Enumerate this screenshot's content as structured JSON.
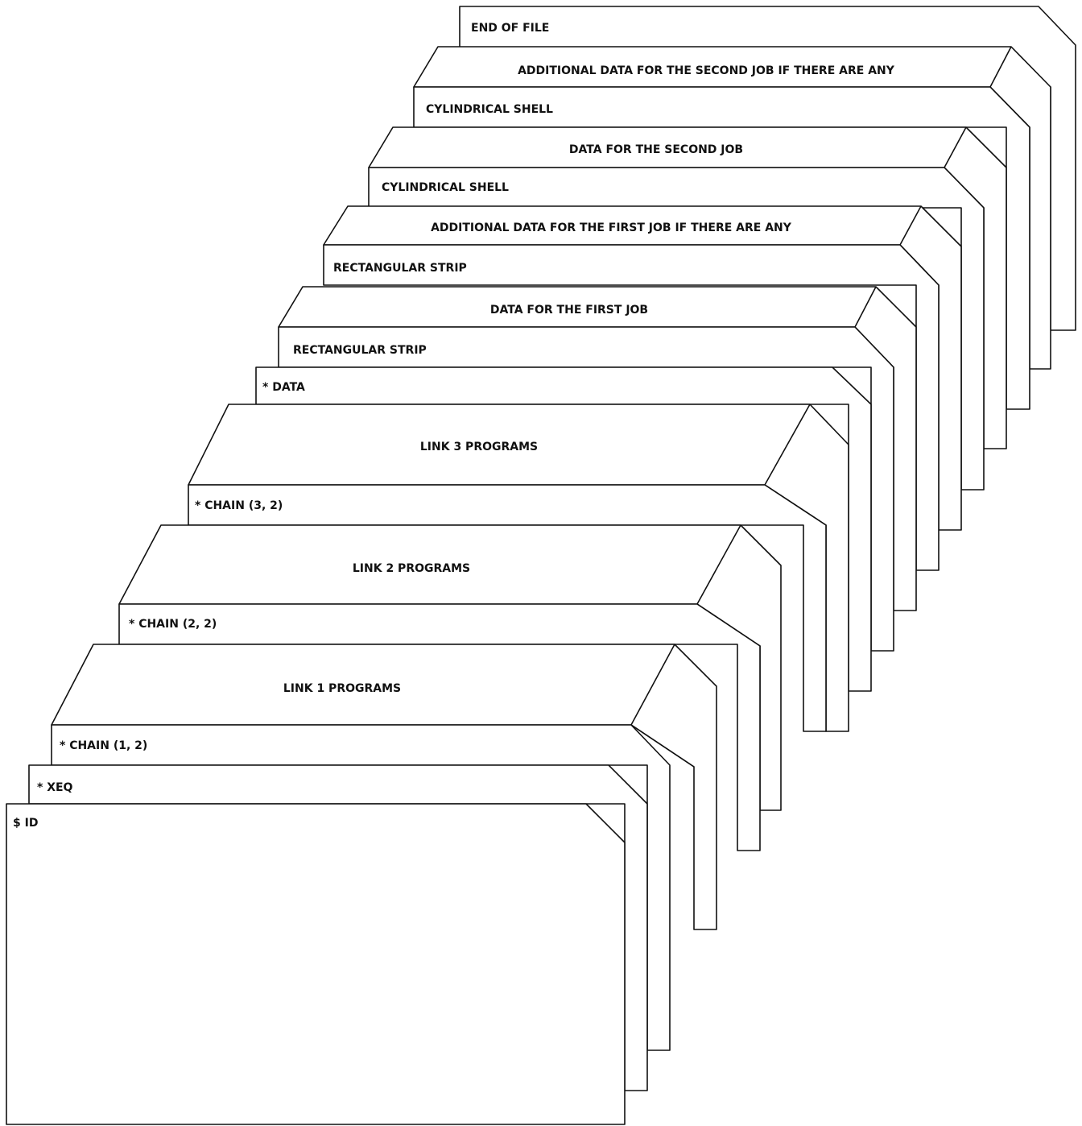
{
  "deck": {
    "cards": [
      {
        "label": "END OF FILE"
      },
      {
        "label": "ADDITIONAL DATA FOR THE SECOND JOB IF THERE ARE ANY"
      },
      {
        "label": "CYLINDRICAL SHELL"
      },
      {
        "label": "DATA FOR THE SECOND JOB"
      },
      {
        "label": "CYLINDRICAL SHELL"
      },
      {
        "label": "ADDITIONAL DATA FOR THE FIRST JOB IF THERE ARE ANY"
      },
      {
        "label": "RECTANGULAR STRIP"
      },
      {
        "label": "DATA FOR THE FIRST JOB"
      },
      {
        "label": "RECTANGULAR STRIP"
      },
      {
        "label": "* DATA"
      },
      {
        "label": "LINK 3 PROGRAMS"
      },
      {
        "label": "* CHAIN (3, 2)"
      },
      {
        "label": "LINK 2 PROGRAMS"
      },
      {
        "label": "* CHAIN (2, 2)"
      },
      {
        "label": "LINK 1 PROGRAMS"
      },
      {
        "label": "* CHAIN (1, 2)"
      },
      {
        "label": "* XEQ"
      },
      {
        "label": "$ ID"
      }
    ]
  }
}
